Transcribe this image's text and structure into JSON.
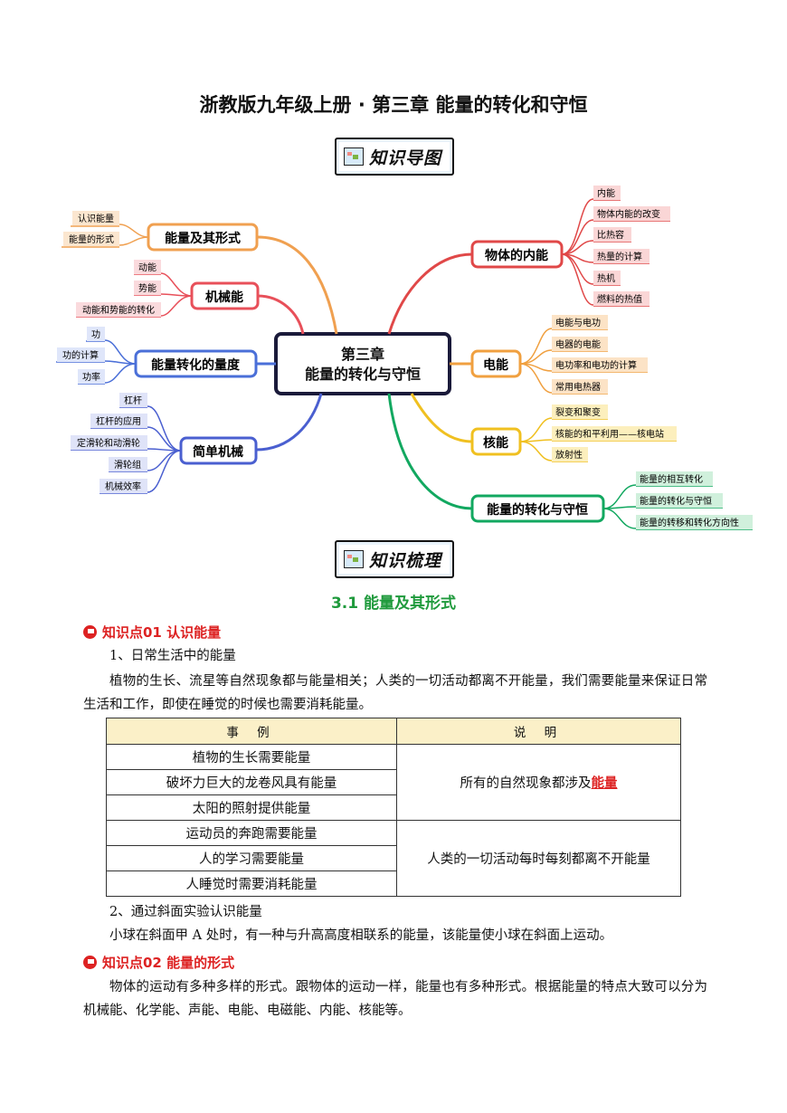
{
  "page_title": "浙教版九年级上册 · 第三章  能量的转化和守恒",
  "banner1": "知识导图",
  "banner2": "知识梳理",
  "mindmap": {
    "center_line1": "第三章",
    "center_line2": "能量的转化与守恒",
    "branches": {
      "forms": {
        "label": "能量及其形式",
        "color": "#f0a050",
        "items": [
          "认识能量",
          "能量的形式"
        ]
      },
      "mech": {
        "label": "机械能",
        "color": "#e8505a",
        "items": [
          "动能",
          "势能",
          "动能和势能的转化"
        ]
      },
      "measure": {
        "label": "能量转化的量度",
        "color": "#4a6fd8",
        "items": [
          "功",
          "功的计算",
          "功率"
        ]
      },
      "simple": {
        "label": "简单机械",
        "color": "#4a5fd0",
        "items": [
          "杠杆",
          "杠杆的应用",
          "定滑轮和动滑轮",
          "滑轮组",
          "机械效率"
        ]
      },
      "internal": {
        "label": "物体的内能",
        "color": "#e04848",
        "items": [
          "内能",
          "物体内能的改变",
          "比热容",
          "热量的计算",
          "热机",
          "燃料的热值"
        ]
      },
      "elec": {
        "label": "电能",
        "color": "#f0a040",
        "items": [
          "电能与电功",
          "电器的电能",
          "电功率和电功的计算",
          "常用电热器"
        ]
      },
      "nuclear": {
        "label": "核能",
        "color": "#f0c020",
        "items": [
          "裂变和聚变",
          "核能的和平利用——核电站",
          "放射性"
        ]
      },
      "conserve": {
        "label": "能量的转化与守恒",
        "color": "#12a860",
        "items": [
          "能量的相互转化",
          "能量的转化与守恒",
          "能量的转移和转化方向性"
        ]
      }
    }
  },
  "section_title": "3.1  能量及其形式",
  "kp1": "知识点01  认识能量",
  "p1": "1、日常生活中的能量",
  "p2": "植物的生长、流星等自然现象都与能量相关；人类的一切活动都离不开能量，我们需要能量来保证日常生活和工作，即使在睡觉的时候也需要消耗能量。",
  "table": {
    "headers": [
      "事 例",
      "说 明"
    ],
    "rows": [
      "植物的生长需要能量",
      "破坏力巨大的龙卷风具有能量",
      "太阳的照射提供能量",
      "运动员的奔跑需要能量",
      "人的学习需要能量",
      "人睡觉时需要消耗能量"
    ],
    "note1_prefix": "所有的自然现象都涉及",
    "note1_key": "能量",
    "note2": "人类的一切活动每时每刻都离不开能量"
  },
  "p3": "2、通过斜面实验认识能量",
  "p4": "小球在斜面甲 A 处时，有一种与升高高度相联系的能量，该能量使小球在斜面上运动。",
  "kp2": "知识点02  能量的形式",
  "p5": "物体的运动有多种多样的形式。跟物体的运动一样，能量也有多种形式。根据能量的特点大致可以分为机械能、化学能、声能、电能、电磁能、内能、核能等。"
}
